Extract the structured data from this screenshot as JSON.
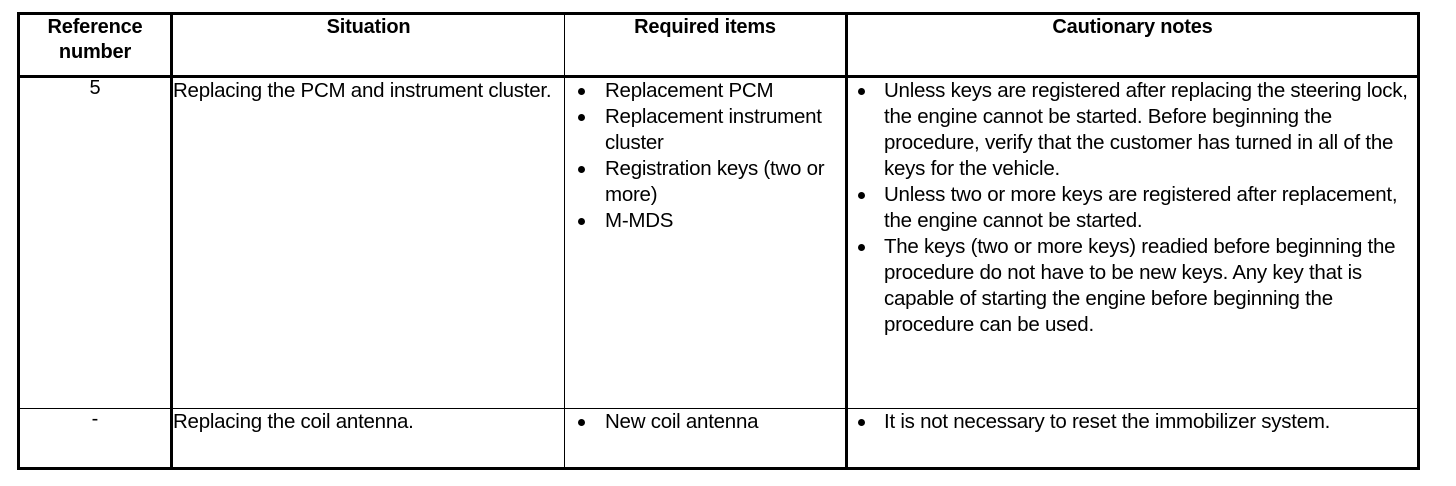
{
  "table": {
    "columns": [
      {
        "key": "reference_number",
        "label": "Reference\nnumber"
      },
      {
        "key": "situation",
        "label": "Situation"
      },
      {
        "key": "required_items",
        "label": "Required items"
      },
      {
        "key": "cautionary_notes",
        "label": "Cautionary notes"
      }
    ],
    "headers": {
      "reference_number_line1": "Reference",
      "reference_number_line2": "number",
      "situation": "Situation",
      "required_items": "Required items",
      "cautionary_notes": "Cautionary notes"
    },
    "rows": [
      {
        "reference_number": "5",
        "situation": "Replacing the PCM and instrument cluster.",
        "required_items": [
          "Replacement PCM",
          "Replacement instrument cluster",
          "Registration keys (two or more)",
          "M-MDS"
        ],
        "cautionary_notes": [
          "Unless keys are registered after replacing the steering lock, the engine cannot be started. Before beginning the procedure, verify that the customer has turned in all of the keys for the vehicle.",
          "Unless two or more keys are registered after replacement, the engine cannot be started.",
          "The keys (two or more keys) readied before beginning the procedure do not have to be new keys. Any key that is capable of starting the engine before beginning the procedure can be used."
        ]
      },
      {
        "reference_number": "-",
        "situation": "Replacing the coil antenna.",
        "required_items": [
          "New coil antenna"
        ],
        "cautionary_notes": [
          "It is not necessary to reset the immobilizer system."
        ]
      }
    ]
  },
  "style": {
    "text_color": "#000000",
    "background_color": "#ffffff",
    "border_color": "#000000"
  }
}
